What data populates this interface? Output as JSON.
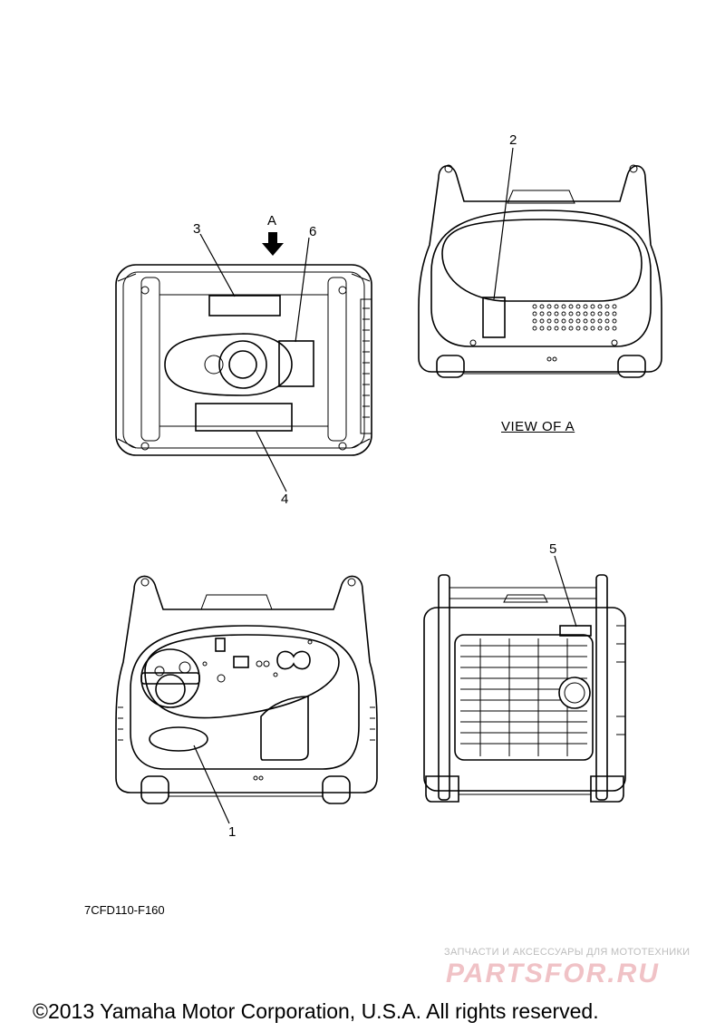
{
  "callouts": {
    "c1": "1",
    "c2": "2",
    "c3": "3",
    "c4": "4",
    "c5": "5",
    "c6": "6",
    "arrow": "A"
  },
  "view_label": "VIEW OF A",
  "drawing_code": "7CFD110-F160",
  "watermark": {
    "tagline": "ЗАПЧАСТИ И АКСЕССУАРЫ ДЛЯ МОТОТЕХНИКИ",
    "logo": "PARTSFOR.RU"
  },
  "copyright": "©2013 Yamaha Motor Corporation, U.S.A. All rights reserved."
}
